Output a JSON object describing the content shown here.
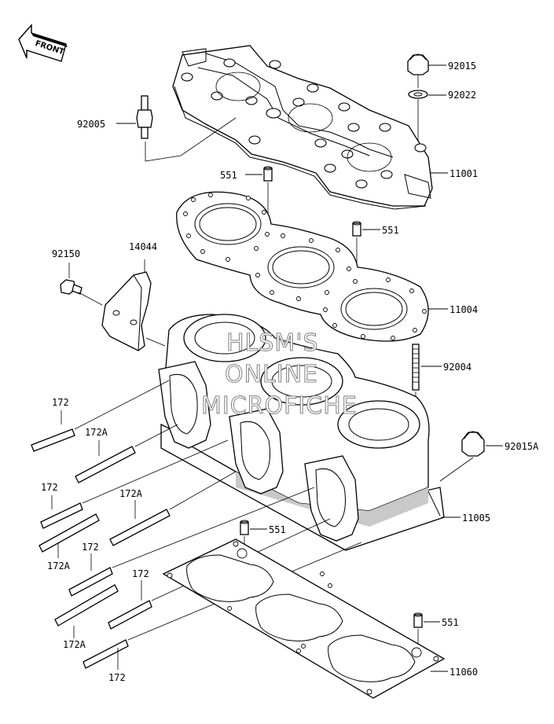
{
  "front_label": "FRONT",
  "watermark": [
    "HLSM'S",
    "ONLINE",
    "MICROFICHE"
  ],
  "labels": {
    "p92015": "92015",
    "p92022": "92022",
    "p92005": "92005",
    "p11001": "11001",
    "p551_a": "551",
    "p551_b": "551",
    "p551_c": "551",
    "p551_d": "551",
    "p92150": "92150",
    "p14044": "14044",
    "p11004": "11004",
    "p92004": "92004",
    "p92015A": "92015A",
    "p11005": "11005",
    "p172_a": "172",
    "p172A_a": "172A",
    "p172_b": "172",
    "p172A_b": "172A",
    "p172A_c": "172A",
    "p172_c": "172",
    "p172_d": "172",
    "p172A_d": "172A",
    "p172_e": "172",
    "p11060": "11060"
  }
}
